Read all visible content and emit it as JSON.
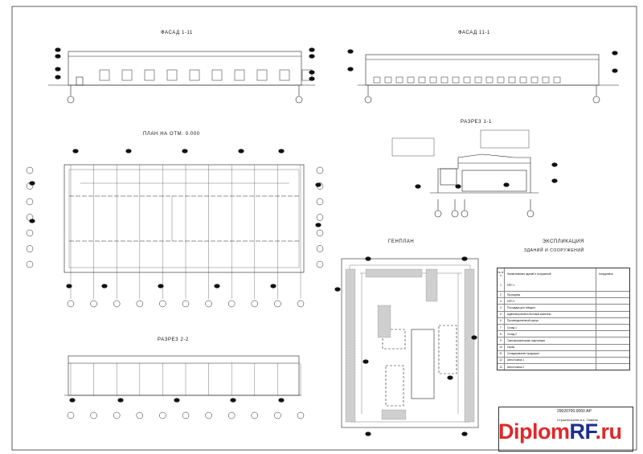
{
  "drawing": {
    "facade_1": "ФАСАД 1-11",
    "facade_2": "ФАСАД 11-1",
    "section_1": "РАЗРЕЗ 1-1",
    "plan": "ПЛАН НА ОТМ. 0.000",
    "section_2": "РАЗРЕЗ 2-2",
    "site_plan": "ГЕНПЛАН",
    "explication_title": "ЭКСПЛИКАЦИЯ",
    "explication_sub": "ЗДАНИЙ И СООРУЖЕНИЙ"
  },
  "explication": {
    "header": {
      "num": "№ п/п",
      "name": "Наименование зданий и сооружений",
      "coords": "Координаты"
    },
    "rows": [
      {
        "num": "1",
        "name": "КПП 1"
      },
      {
        "num": "2",
        "name": "Проходная"
      },
      {
        "num": "3",
        "name": "КПП 2"
      },
      {
        "num": "4",
        "name": "Площадка для твёрдых"
      },
      {
        "num": "5",
        "name": "Административно-бытовой комплекс"
      },
      {
        "num": "6",
        "name": "Производственный корпус"
      },
      {
        "num": "7",
        "name": "Склад 1"
      },
      {
        "num": "8",
        "name": "Склад 2"
      },
      {
        "num": "9",
        "name": "Трансформаторная подстанция"
      },
      {
        "num": "10",
        "name": "Гараж"
      },
      {
        "num": "11",
        "name": "Складирование продукции"
      },
      {
        "num": "12",
        "name": "Автостоянка 1"
      },
      {
        "num": "13",
        "name": "Автостоянка 2"
      }
    ]
  },
  "stamp": {
    "code": "29020700.0060 АР",
    "subtitle": "Строительство в п. Тюмень"
  },
  "watermark": {
    "part1": "Diplom",
    "part2": "RF",
    "part3": ".ru"
  },
  "colors": {
    "watermark_red": "#e0282a",
    "watermark_blue": "#1c2f8e",
    "line": "#222222"
  }
}
